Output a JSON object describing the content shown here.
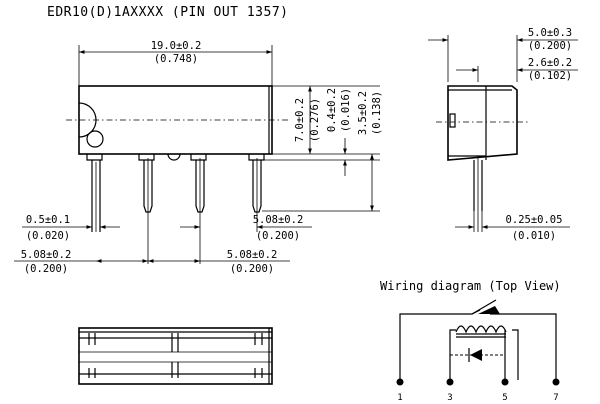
{
  "title": "EDR10(D)1AXXXX (PIN OUT 1357)",
  "front_view": {
    "length": "19.0±0.2",
    "length_in": "(0.748)",
    "height": "7.0±0.2",
    "height_in": "(0.276)",
    "standoff": "0.4±0.2",
    "standoff_in": "(0.016)",
    "pin_length": "3.5±0.2",
    "pin_length_in": "(0.138)",
    "pin_width": "0.5±0.1",
    "pin_width_in": "(0.020)",
    "pitch_left": "5.08±0.2",
    "pitch_left_in": "(0.200)",
    "pitch_mid": "5.08±0.2",
    "pitch_mid_in": "(0.200)",
    "pitch_right": "5.08±0.2",
    "pitch_right_in": "(0.200)"
  },
  "side_view": {
    "width": "5.0±0.3",
    "width_in": "(0.200)",
    "pin_row": "2.6±0.2",
    "pin_row_in": "(0.102)",
    "pin_thickness": "0.25±0.05",
    "pin_thickness_in": "(0.010)"
  },
  "wiring": {
    "title": "Wiring diagram (Top View)",
    "pins": [
      "1",
      "3",
      "5",
      "7"
    ]
  }
}
